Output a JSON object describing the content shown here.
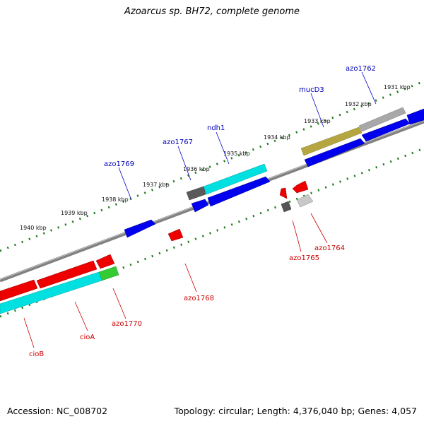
{
  "title": "Azoarcus sp. BH72, complete genome",
  "accession_label": "Accession: NC_008702",
  "summary_label": "Topology: circular; Length: 4,376,040 bp; Genes: 4,057",
  "kbp_ticks": [
    "1931 kbp",
    "1932 kbp",
    "1933 kbp",
    "1934 kbp",
    "1935 kbp",
    "1936 kbp",
    "1937 kbp",
    "1938 kbp",
    "1939 kbp",
    "1940 kbp"
  ],
  "forward_gene_labels": [
    "azo1762",
    "mucD3",
    "ndh1",
    "azo1767",
    "azo1769"
  ],
  "reverse_gene_labels": [
    "azo1764",
    "azo1765",
    "azo1768",
    "azo1770",
    "cioA",
    "cioB"
  ],
  "colors": {
    "forward_label": "#0000bb",
    "reverse_label": "#cc0000",
    "backbone": "#888888",
    "tick_dots": "#1e7a1e",
    "gene_blue": "#0000ee",
    "gene_red": "#ee0000",
    "gene_cyan": "#00e0e0",
    "gene_olive": "#b5a642",
    "gene_gray": "#a0a0a0",
    "gene_dark_gray": "#555555",
    "gene_green": "#33cc33"
  }
}
